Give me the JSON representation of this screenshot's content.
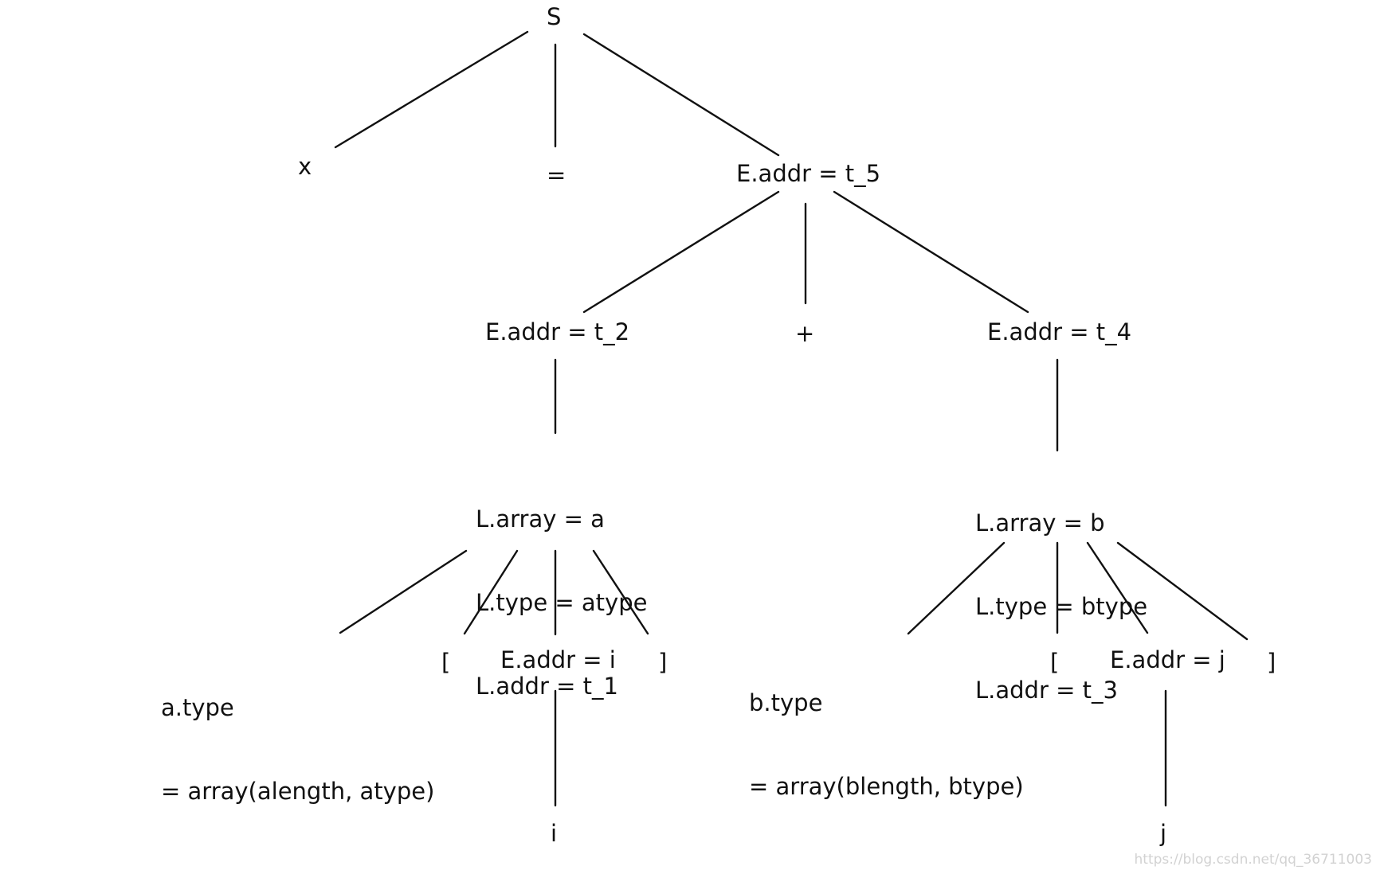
{
  "tree": {
    "root": "S",
    "root_children": [
      "x",
      "=",
      "E.addr = t_5"
    ],
    "e5_children": [
      "E.addr = t_2",
      "+",
      "E.addr = t_4"
    ],
    "e2_child": [
      "L.array = a",
      "L.type = atype",
      "L.addr = t_1"
    ],
    "e4_child": [
      "L.array = b",
      "L.type = btype",
      "L.addr = t_3"
    ],
    "l1_children": {
      "type_lines": [
        "a.type",
        "= array(alength, atype)"
      ],
      "open_bracket": "[",
      "index": "E.addr = i",
      "close_bracket": "]"
    },
    "l3_children": {
      "type_lines": [
        "b.type",
        "= array(blength, btype)"
      ],
      "open_bracket": "[",
      "index": "E.addr = j",
      "close_bracket": "]"
    },
    "leaf_i": "i",
    "leaf_j": "j"
  },
  "watermark": "https://blog.csdn.net/qq_36711003"
}
